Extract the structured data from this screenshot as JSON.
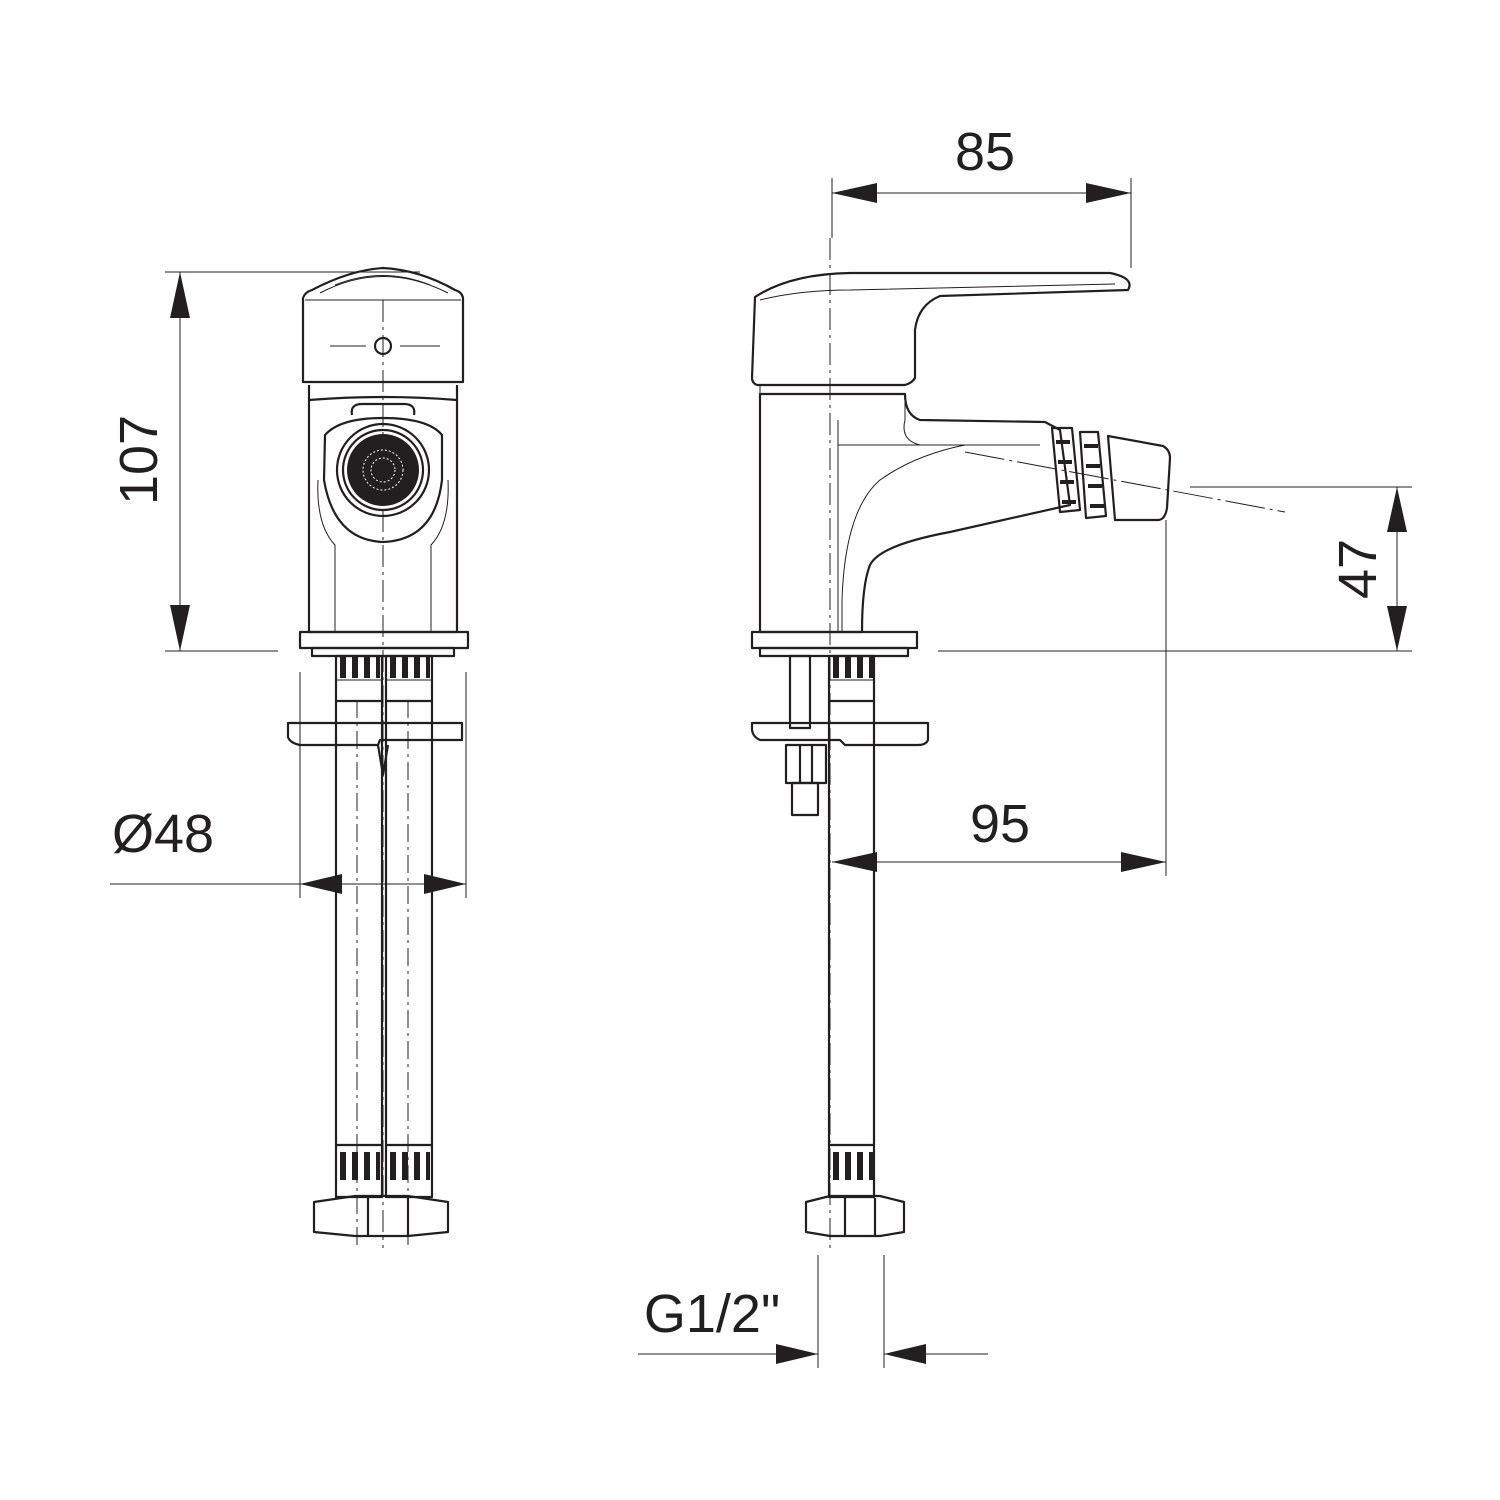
{
  "drawing": {
    "line_color": "#231f20",
    "background": "#ffffff"
  },
  "dimensions": {
    "overall_height": "107",
    "base_diameter": "Ø48",
    "spout_height": "47",
    "handle_length": "85",
    "spout_reach": "95",
    "thread": "G1/2\""
  }
}
